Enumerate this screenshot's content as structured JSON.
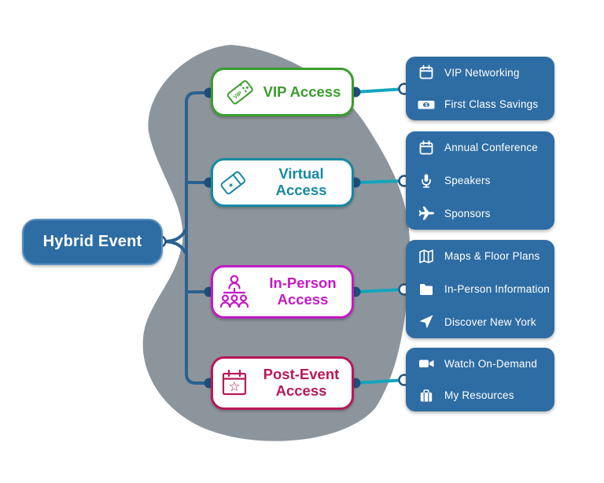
{
  "root": {
    "label": "Hybrid Event"
  },
  "branches": [
    {
      "label": "VIP Access",
      "icon": "vip-ticket-icon",
      "color": "#3A9D2B"
    },
    {
      "label": "Virtual Access",
      "icon": "ticket-star-icon",
      "color": "#1689A3"
    },
    {
      "label": "In-Person Access",
      "icon": "people-group-icon",
      "color": "#C41AC4"
    },
    {
      "label": "Post-Event Access",
      "icon": "calendar-star-icon",
      "color": "#B8185A"
    }
  ],
  "panels": [
    {
      "items": [
        {
          "label": "VIP Networking",
          "icon": "calendar-icon"
        },
        {
          "label": "First Class Savings",
          "icon": "money-bill-icon"
        }
      ]
    },
    {
      "items": [
        {
          "label": "Annual Conference",
          "icon": "calendar-icon"
        },
        {
          "label": "Speakers",
          "icon": "microphone-icon"
        },
        {
          "label": "Sponsors",
          "icon": "airplane-icon"
        }
      ]
    },
    {
      "items": [
        {
          "label": "Maps & Floor Plans",
          "icon": "map-icon"
        },
        {
          "label": "In-Person Information",
          "icon": "folder-icon"
        },
        {
          "label": "Discover New York",
          "icon": "navigation-arrow-icon"
        }
      ]
    },
    {
      "items": [
        {
          "label": "Watch On-Demand",
          "icon": "video-camera-icon"
        },
        {
          "label": "My Resources",
          "icon": "briefcase-icon"
        }
      ]
    }
  ],
  "icon_glyphs": {
    "vip_text": "VIP",
    "vip_star": "★",
    "virtual_star": "★",
    "calendar_star": "☆",
    "dollar": "$"
  },
  "colors": {
    "panel_blue": "#2E6DA4",
    "trunk_blue": "#2B618F",
    "teal_line": "#12A5BC",
    "blob_gray": "#8D959C",
    "green": "#3A9D2B",
    "teal": "#1689A3",
    "magenta": "#C41AC4",
    "crimson": "#B8185A"
  }
}
